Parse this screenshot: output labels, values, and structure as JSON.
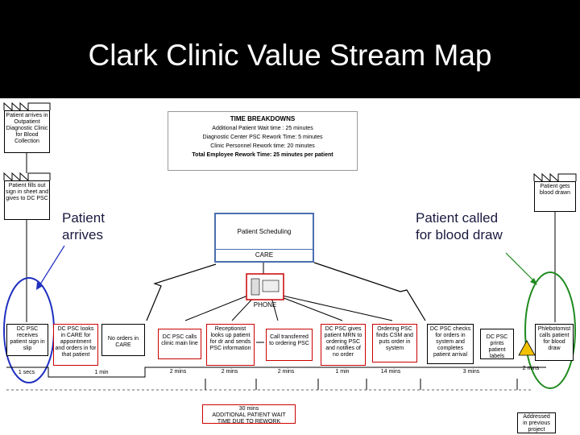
{
  "title": "Clark Clinic Value Stream Map",
  "time_breakdowns": {
    "heading": "TIME BREAKDOWNS",
    "line1": "Additional Patient Wait time : 25 minutes",
    "line2": "Diagnostic Center PSC Rework Time: 5 minutes",
    "line3": "Clinic Personnel Rework time: 20 minutes",
    "total": "Total Employee Rework Time: 25 minutes per patient"
  },
  "factory_nodes": {
    "arrives_outpatient": "Patient arrives in Outpatient Diagnostic Clinic for Blood Collection",
    "fills_sheet": "Patient fills out sign in sheet and gives to DC PSC",
    "blood_drawn": "Patient gets blood drawn"
  },
  "callouts": {
    "left": [
      "Patient",
      "arrives"
    ],
    "right": [
      "Patient called",
      "for blood draw"
    ]
  },
  "scheduling": {
    "title": "Patient Scheduling",
    "system": "CARE"
  },
  "phone_label": "PHONE",
  "process_boxes": [
    "DC PSC receives patient sign in slip",
    "DC PSC looks in CARE for appointment and orders in for that patient",
    "No orders in CARE",
    "DC PSC calls clinic main line",
    "Receptionist looks up patient for dr and sends PSC information",
    "Call transferred to ordering PSC",
    "DC PSC gives patient MRN to ordering PSC and notifies of no order",
    "Ordering PSC finds CSM and puts order in system",
    "DC PSC checks for orders in system and completes patient arrival",
    "DC PSC prints patient labels",
    "Phlebotomist calls patient for blood draw"
  ],
  "timeline": {
    "top": [
      "1 secs",
      "1 min",
      "2 mins",
      "2 mins",
      "2 mins",
      "1 min",
      "14 mins",
      "3 mins",
      "2 mins"
    ],
    "total_wait": [
      "30 mins",
      "ADDITIONAL PATIENT WAIT",
      "TIME DUE TO REWORK"
    ],
    "addressed": [
      "Addressed",
      "in previous",
      "project"
    ]
  },
  "colors": {
    "header": "#000000",
    "red_box": "#cc0000",
    "blue_ellipse": "#1f2fbf",
    "green_ellipse": "#1f8a1f",
    "scheduling_border": "#4a6fb0"
  }
}
